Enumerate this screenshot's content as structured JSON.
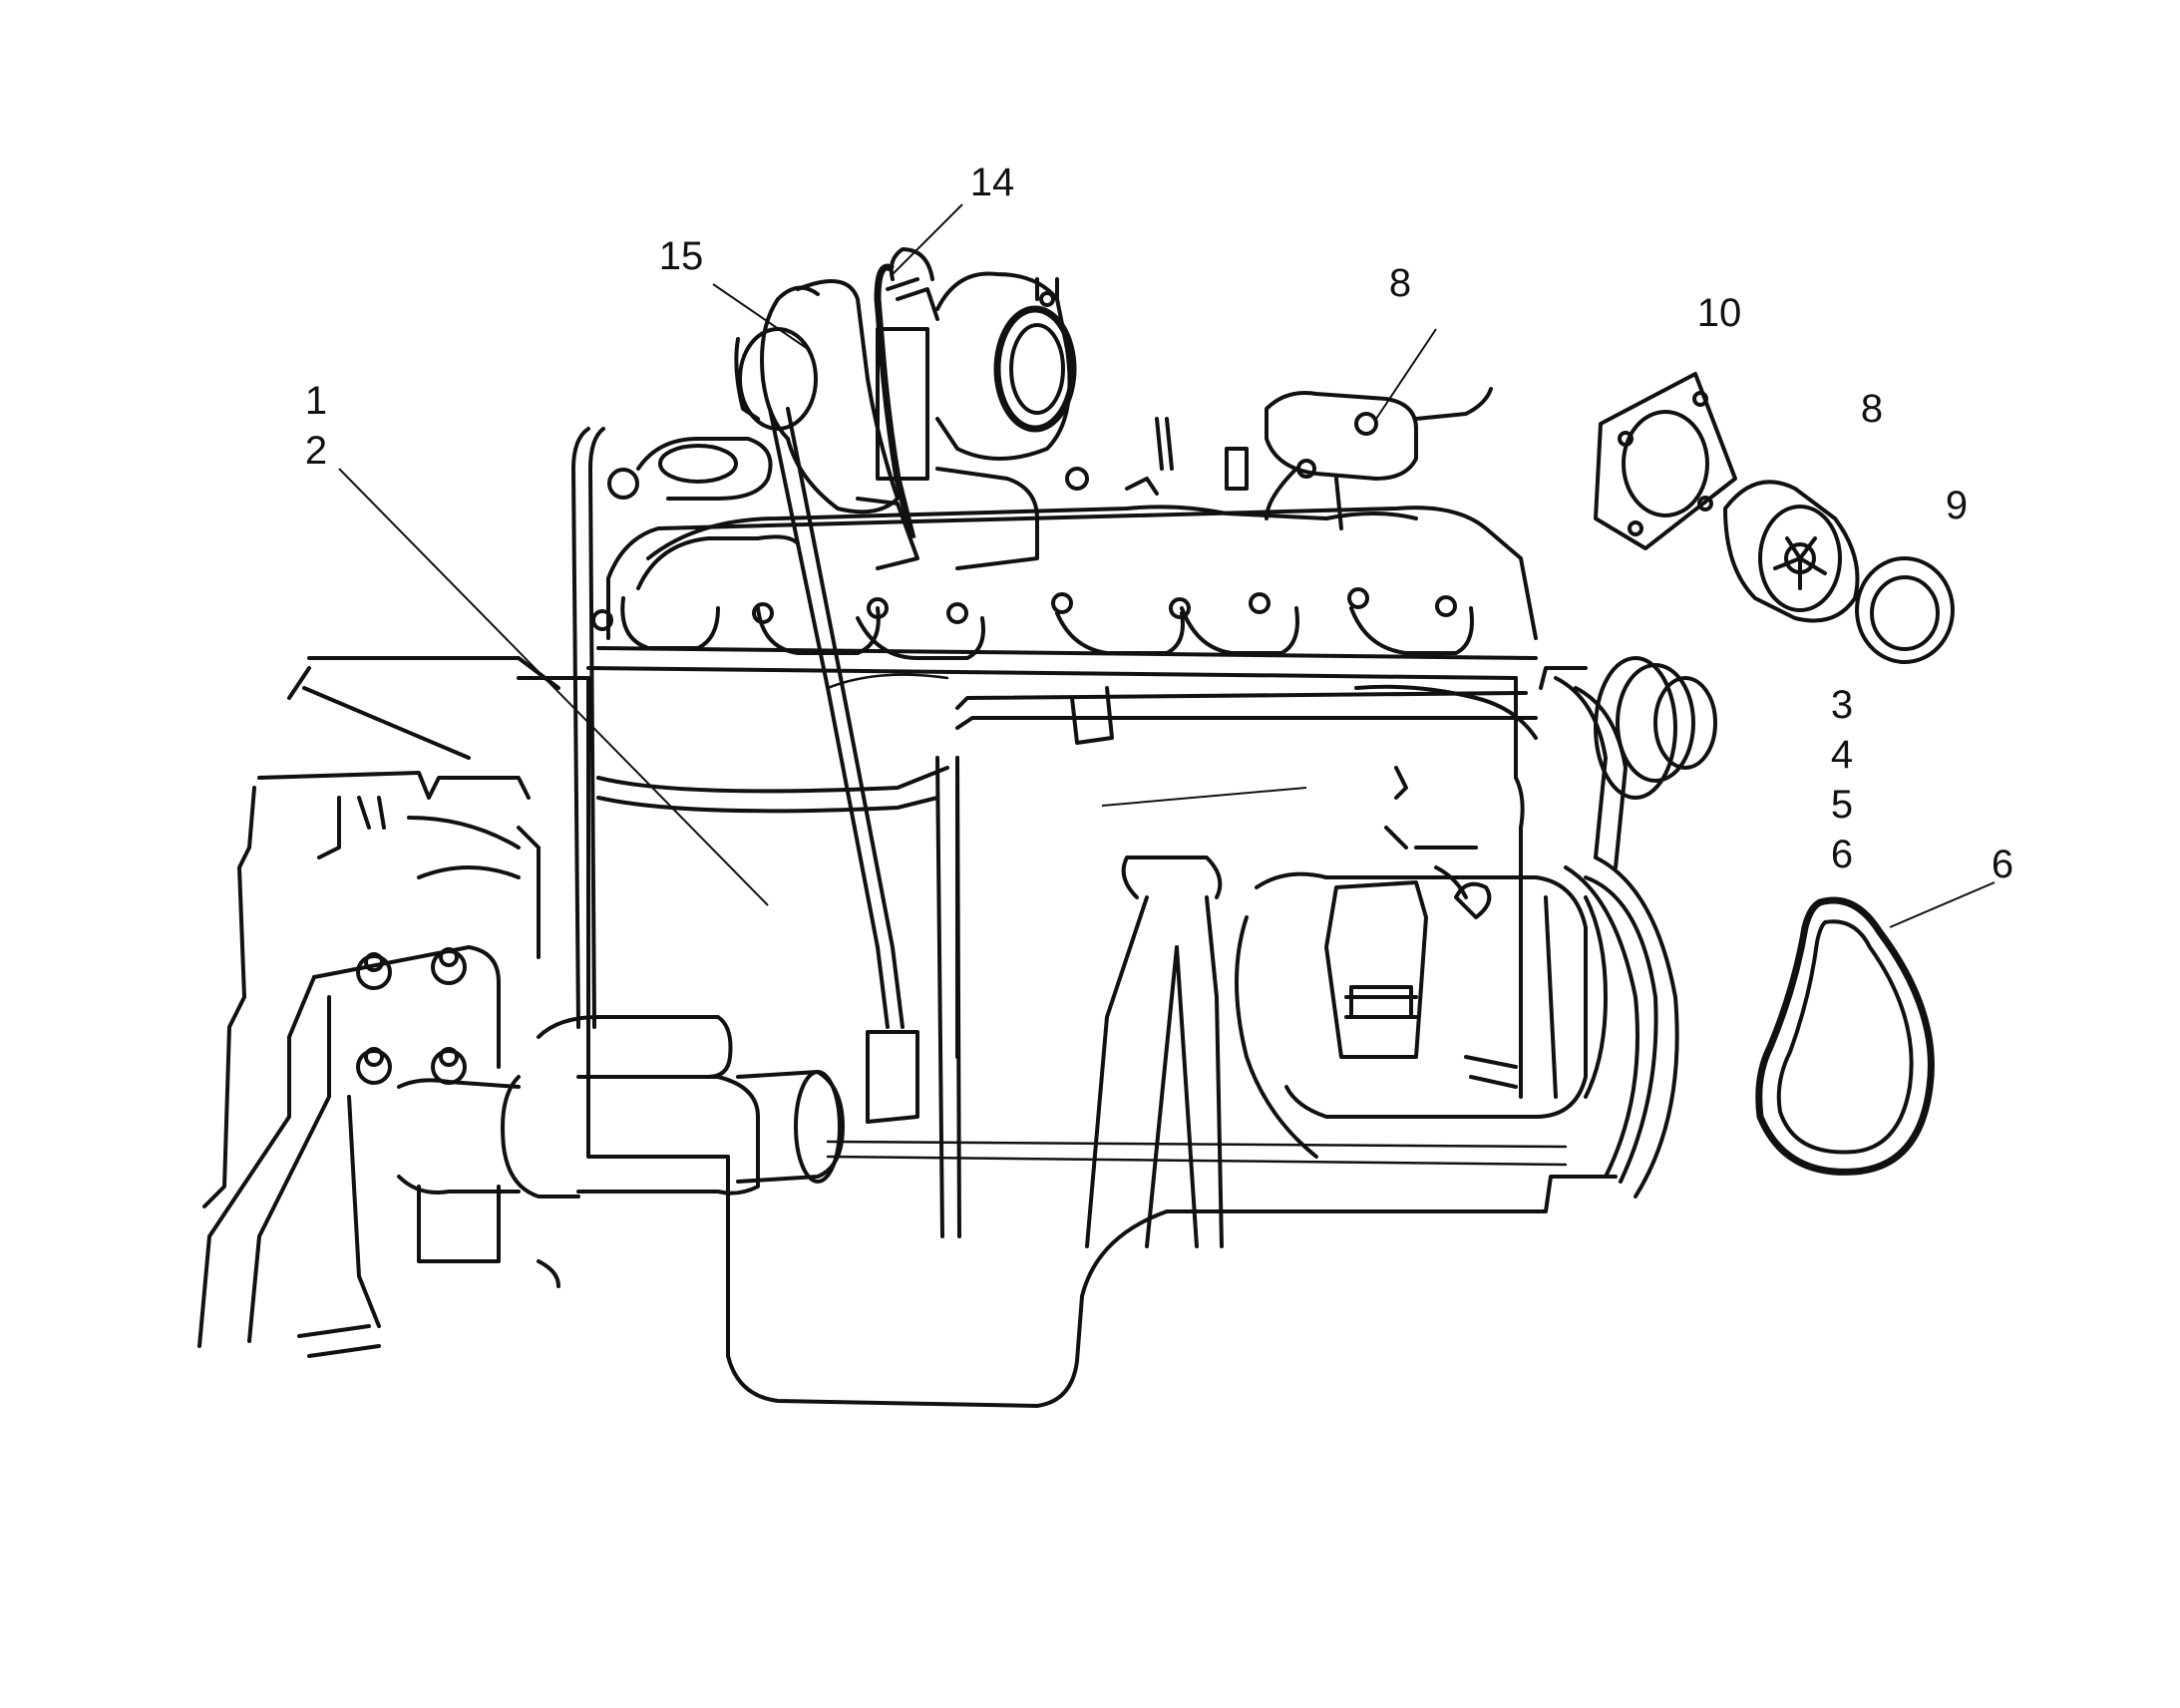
{
  "labels": [
    {
      "id": "1",
      "text": "1"
    },
    {
      "id": "2",
      "text": "2"
    },
    {
      "id": "3",
      "text": "3"
    },
    {
      "id": "4",
      "text": "4"
    },
    {
      "id": "5",
      "text": "5"
    },
    {
      "id": "6a",
      "text": "6"
    },
    {
      "id": "6b",
      "text": "6"
    },
    {
      "id": "8a",
      "text": "8"
    },
    {
      "id": "8b",
      "text": "8"
    },
    {
      "id": "9",
      "text": "9"
    },
    {
      "id": "10",
      "text": "10"
    },
    {
      "id": "14",
      "text": "14"
    },
    {
      "id": "15",
      "text": "15"
    }
  ],
  "colors": {
    "ink": "#111111",
    "paper": "#ffffff"
  }
}
